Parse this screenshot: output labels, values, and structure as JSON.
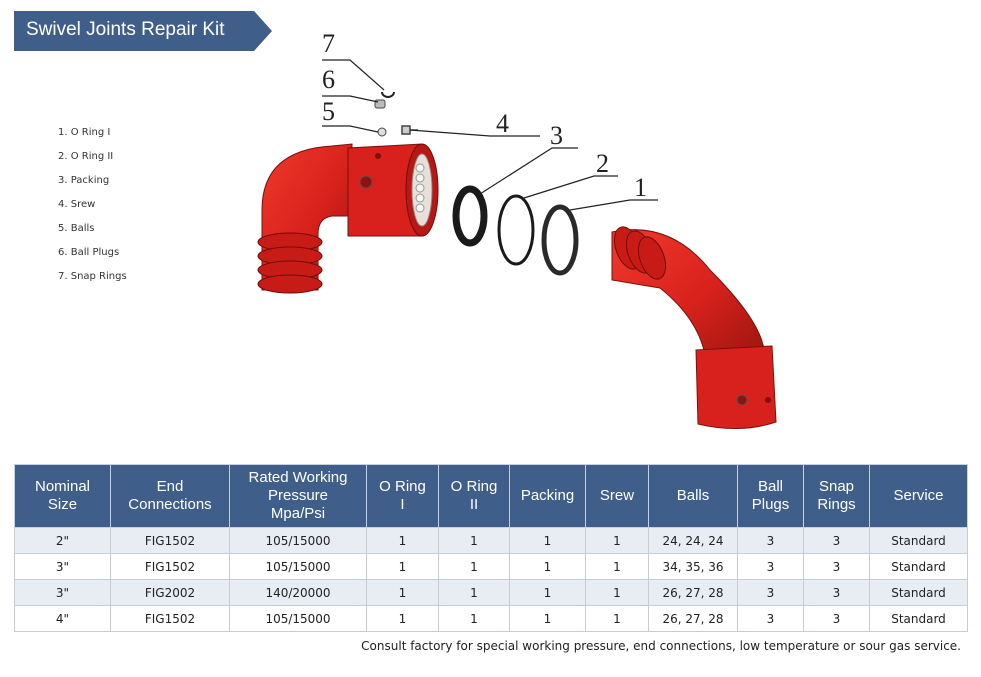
{
  "header": {
    "title": "Swivel Joints Repair Kit"
  },
  "legend": {
    "items": [
      "1. O Ring I",
      "2. O Ring II",
      "3. Packing",
      "4. Srew",
      "5. Balls",
      "6. Ball Plugs",
      "7. Snap Rings"
    ]
  },
  "diagram": {
    "callouts": [
      "7",
      "6",
      "5",
      "4",
      "3",
      "2",
      "1"
    ],
    "colors": {
      "body": "#d8211c",
      "dark": "#8e130f",
      "seal": "#1a1a1a"
    }
  },
  "table": {
    "headers": [
      [
        "Nominal",
        "Size"
      ],
      [
        "End",
        "Connections"
      ],
      [
        "Rated Working",
        "Pressure",
        "Mpa/Psi"
      ],
      [
        "O Ring",
        "I"
      ],
      [
        "O Ring",
        "II"
      ],
      [
        "Packing"
      ],
      [
        "Srew"
      ],
      [
        "Balls"
      ],
      [
        "Ball",
        "Plugs"
      ],
      [
        "Snap",
        "Rings"
      ],
      [
        "Service"
      ]
    ],
    "rows": [
      [
        "2\"",
        "FIG1502",
        "105/15000",
        "1",
        "1",
        "1",
        "1",
        "24, 24, 24",
        "3",
        "3",
        "Standard"
      ],
      [
        "3\"",
        "FIG1502",
        "105/15000",
        "1",
        "1",
        "1",
        "1",
        "34, 35, 36",
        "3",
        "3",
        "Standard"
      ],
      [
        "3\"",
        "FIG2002",
        "140/20000",
        "1",
        "1",
        "1",
        "1",
        "26, 27, 28",
        "3",
        "3",
        "Standard"
      ],
      [
        "4\"",
        "FIG1502",
        "105/15000",
        "1",
        "1",
        "1",
        "1",
        "26, 27, 28",
        "3",
        "3",
        "Standard"
      ]
    ]
  },
  "footnote": "Consult factory for special working pressure, end connections, low temperature or sour gas service."
}
